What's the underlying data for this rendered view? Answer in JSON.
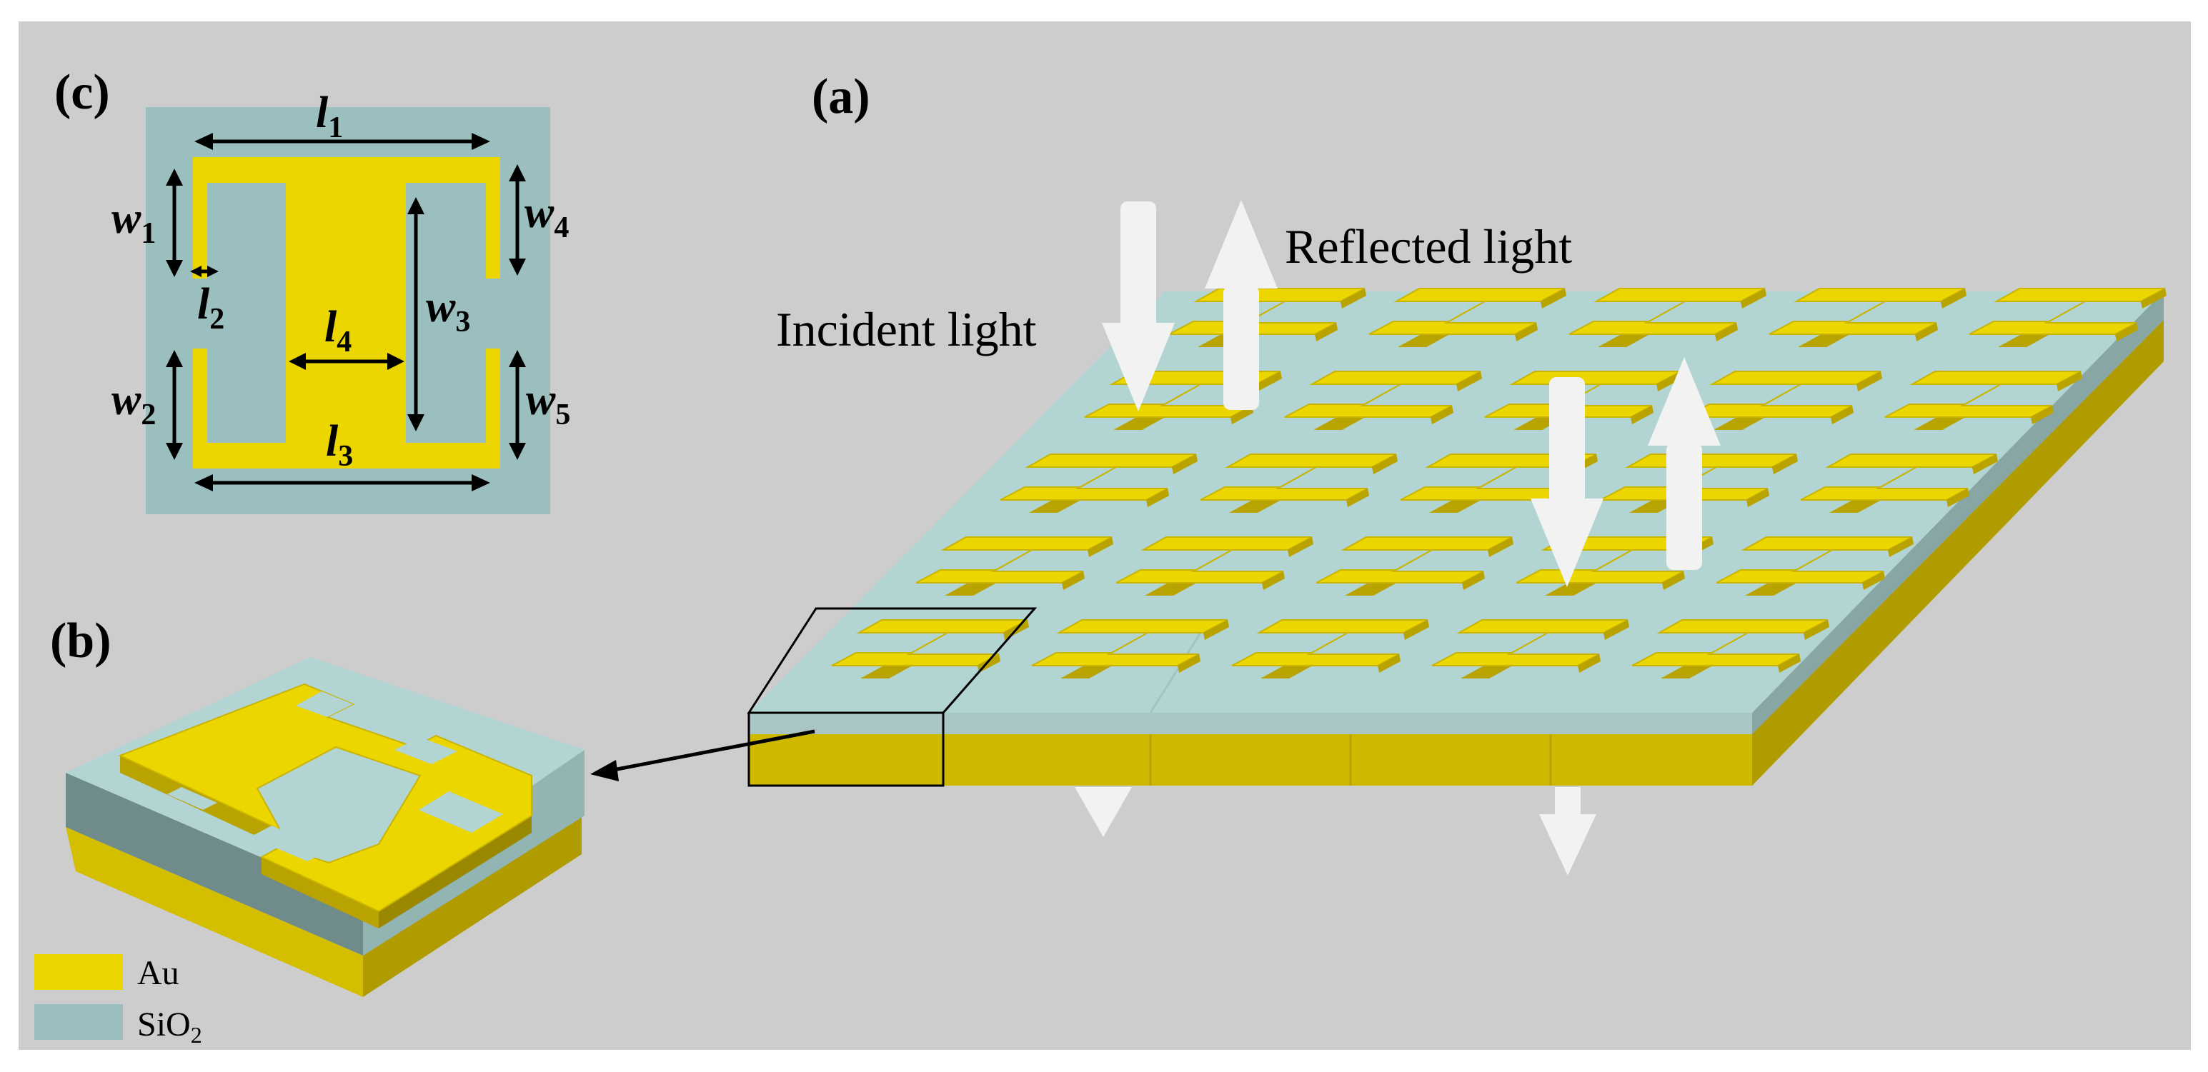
{
  "panels": {
    "a": "(a)",
    "b": "(b)",
    "c": "(c)"
  },
  "light": {
    "incident": "Incident light",
    "reflected": "Reflected light"
  },
  "dimensions": {
    "l1": {
      "base": "l",
      "sub": "1"
    },
    "l2": {
      "base": "l",
      "sub": "2"
    },
    "l3": {
      "base": "l",
      "sub": "3"
    },
    "l4": {
      "base": "l",
      "sub": "4"
    },
    "w1": {
      "base": "w",
      "sub": "1"
    },
    "w2": {
      "base": "w",
      "sub": "2"
    },
    "w3": {
      "base": "w",
      "sub": "3"
    },
    "w4": {
      "base": "w",
      "sub": "4"
    },
    "w5": {
      "base": "w",
      "sub": "5"
    }
  },
  "legend": {
    "au": "Au",
    "sio2_base": "SiO",
    "sio2_sub": "2"
  },
  "colors": {
    "background": "#cdcdcd",
    "gold": "#ebd600",
    "gold_side": "#c8b300",
    "gold_dark": "#a89300",
    "silica_top": "#b2d4d2",
    "silica_cell": "#9bbfbe",
    "silica_side": "#8fb1b0",
    "silica_dark": "#6e8c8b",
    "arrow": "#f2f2f2"
  }
}
